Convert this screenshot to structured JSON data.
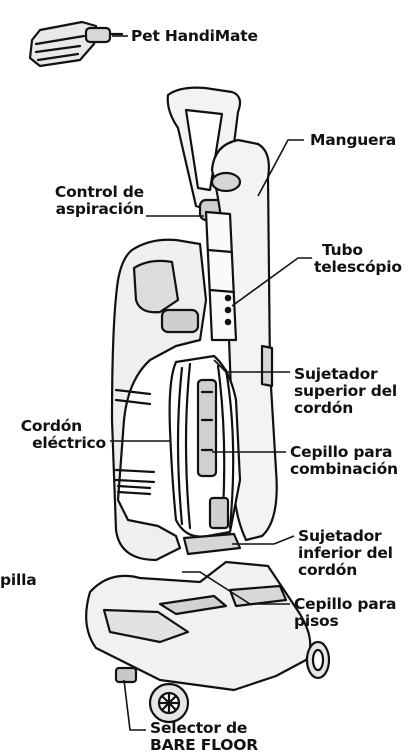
{
  "labels": {
    "pet_handimate": [
      "Pet HandiMate"
    ],
    "manguera": [
      "Manguera"
    ],
    "control_aspiracion": [
      "Control de",
      "aspiración"
    ],
    "tubo_telescopio": [
      "Tubo",
      "telescópio"
    ],
    "sujetador_superior": [
      "Sujetador",
      "superior del",
      "cordón"
    ],
    "cordon_electrico": [
      "Cordón",
      "eléctrico"
    ],
    "cepillo_combinacion": [
      "Cepillo para",
      "combinación"
    ],
    "sujetador_inferior": [
      "Sujetador",
      "inferior del",
      "cordón"
    ],
    "cepillo_pisos": [
      "Cepillo para",
      "pisos"
    ],
    "selector_bare_floor": [
      "Selector de",
      "BARE FLOOR"
    ],
    "cropped_left": [
      "pilla"
    ]
  }
}
